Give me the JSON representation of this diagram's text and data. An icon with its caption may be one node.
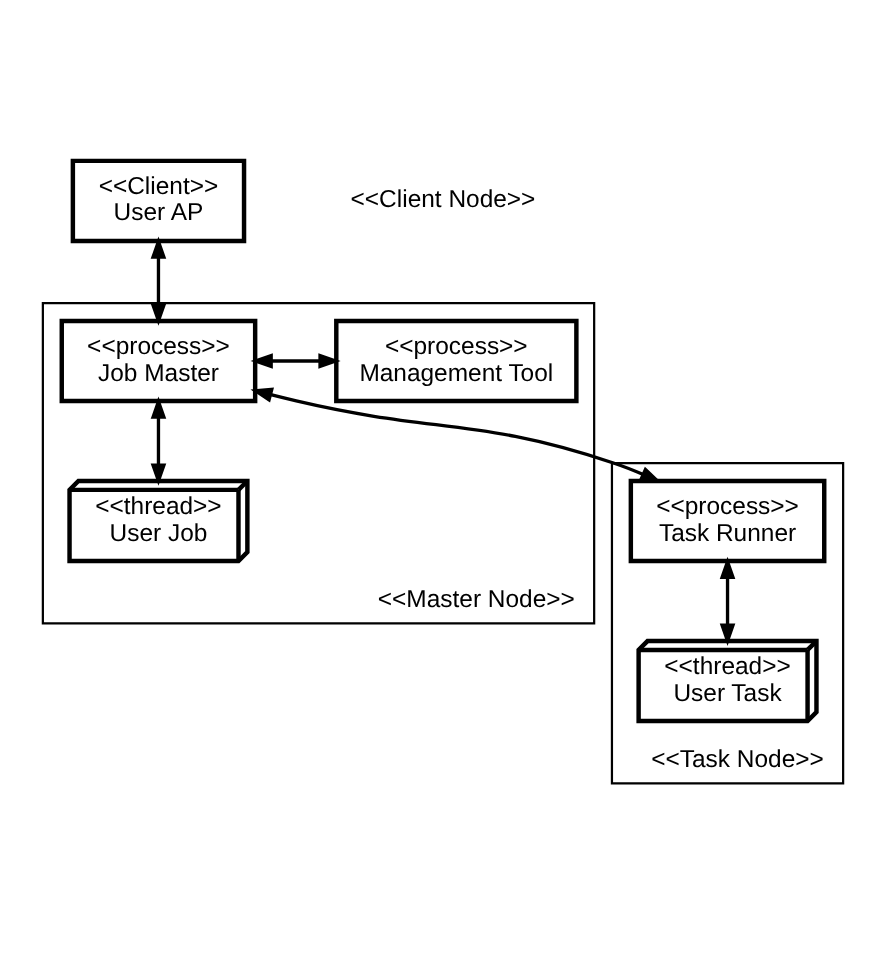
{
  "diagram": {
    "nodes": [
      {
        "text": [
          "<<Client>>",
          "User AP"
        ]
      },
      {
        "text": [
          "<<Master Node>>"
        ]
      },
      {
        "text": [
          "<<process>>",
          "Job Master"
        ],
        "in": 1
      },
      {
        "text": [
          "<<process>>",
          "Management Tool"
        ],
        "in": 1
      },
      {
        "text": [
          "<<thread>>",
          "User Job"
        ],
        "in": 1
      },
      {
        "text": [
          "<<Task Node>>"
        ]
      },
      {
        "text": [
          "<<process>>",
          "Task Runner"
        ],
        "in": 5
      },
      {
        "text": [
          "<<thread>>",
          "User Task"
        ],
        "in": 5
      }
    ],
    "edges": [
      {
        "from": 0,
        "to": 2,
        "arrow": "both"
      },
      {
        "from": 2,
        "to": 3,
        "arrow": "both"
      },
      {
        "from": 2,
        "to": 4,
        "arrow": "both"
      },
      {
        "from": 2,
        "to": 6,
        "arrow": "both"
      },
      {
        "from": 6,
        "to": 7,
        "arrow": "both"
      }
    ],
    "labels": [
      "<<Client Node>>"
    ]
  }
}
